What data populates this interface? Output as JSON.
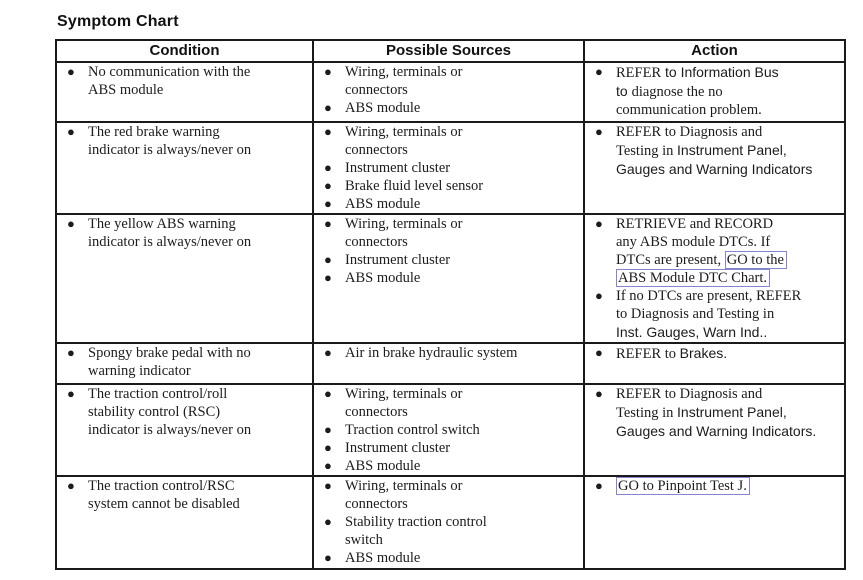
{
  "page": {
    "title": "Symptom Chart"
  },
  "colors": {
    "text": "#1c1c1c",
    "table_border": "#1a1a1a",
    "link_box_border": "#8585cc",
    "background": "#ffffff"
  },
  "table": {
    "headers": [
      "Condition",
      "Possible Sources",
      "Action"
    ],
    "rows": [
      {
        "height": 60,
        "condition": [
          "No communication with the\nABS module"
        ],
        "sources": [
          "Wiring, terminals or\nconnectors",
          "ABS module"
        ],
        "action": [
          [
            {
              "t": "REFER",
              "s": "serif"
            },
            {
              "t": " to Information Bus\nto ",
              "s": "sans"
            },
            {
              "t": "diagnose the no\ncommunication problem.",
              "s": "serif"
            }
          ]
        ]
      },
      {
        "height": 91,
        "condition": [
          "The red brake warning\nindicator is always/never on"
        ],
        "sources": [
          "Wiring, terminals or\nconnectors",
          "Instrument cluster",
          "Brake fluid level sensor",
          "ABS module"
        ],
        "action": [
          [
            {
              "t": "REFER to Diagnosis and\nTesting in ",
              "s": "serif"
            },
            {
              "t": "Instrument Panel,\nGauges and Warning Indicators",
              "s": "sans"
            }
          ]
        ]
      },
      {
        "height": 127,
        "condition": [
          "The yellow ABS warning\nindicator is always/never on"
        ],
        "sources": [
          "Wiring, terminals or\nconnectors",
          "Instrument cluster",
          "ABS module"
        ],
        "action": [
          [
            {
              "t": "RETRIEVE and RECORD\nany ABS module DTCs. If\nDTCs are present, ",
              "s": "serif"
            },
            {
              "t": "GO to the\nABS Module DTC Chart.",
              "s": "link"
            }
          ],
          [
            {
              "t": "If no DTCs are present, REFER\nto Diagnosis and Testing in\n",
              "s": "serif"
            },
            {
              "t": "Inst. Gauges, Warn Ind..",
              "s": "sans"
            }
          ]
        ]
      },
      {
        "height": 41,
        "condition": [
          "Spongy brake pedal with no\nwarning indicator"
        ],
        "sources": [
          "Air in brake hydraulic system"
        ],
        "action": [
          [
            {
              "t": "REFER to ",
              "s": "serif"
            },
            {
              "t": "Brakes.",
              "s": "sans"
            }
          ]
        ]
      },
      {
        "height": 89,
        "condition": [
          "The traction control/roll\nstability control (RSC)\nindicator is always/never on"
        ],
        "sources": [
          "Wiring, terminals or\nconnectors",
          "Traction control switch",
          "Instrument cluster",
          "ABS module"
        ],
        "action": [
          [
            {
              "t": "REFER to Diagnosis and\nTesting in ",
              "s": "serif"
            },
            {
              "t": "Instrument Panel,\nGauges and Warning Indicators.",
              "s": "sans"
            }
          ]
        ]
      },
      {
        "height": 93,
        "condition": [
          "The traction control/RSC\nsystem cannot be disabled"
        ],
        "sources": [
          "Wiring, terminals or\nconnectors",
          "Stability traction control\nswitch",
          "ABS module"
        ],
        "action": [
          [
            {
              "t": "GO to Pinpoint Test J.",
              "s": "link"
            }
          ]
        ]
      }
    ]
  }
}
